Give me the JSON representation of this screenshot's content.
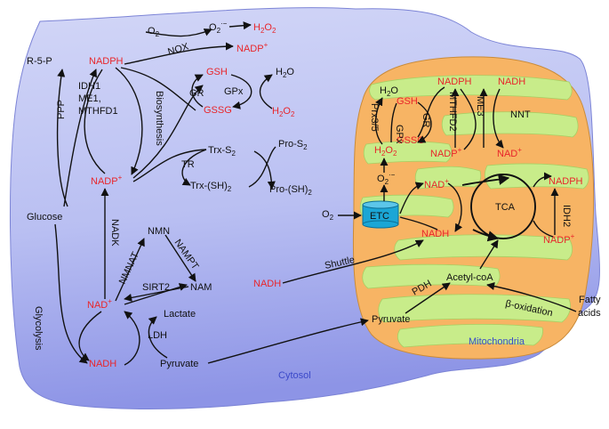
{
  "diagram": {
    "colors": {
      "cytosol": "#c7cdf5",
      "cytosol_dark": "#8f96e8",
      "mito_orange": "#f7b464",
      "mito_green": "#c8ec8a",
      "red_label": "#e8262b",
      "blue_label": "#3b49c9",
      "etc_blue": "#1ba6d6"
    },
    "compartments": {
      "cytosol": "Cytosol",
      "mitochondria": "Mitochondria"
    },
    "cytosol": {
      "r5p": "R-5-P",
      "nadph": "NADPH",
      "o2": "O",
      "o2_sub": "2",
      "o2s": "O",
      "o2s_sub": "2",
      "o2s_sup": "·−",
      "h2o2_a": "H",
      "h2o2_a_sub": "2",
      "h2o2_b": "O",
      "h2o2_b_sub": "2",
      "nox": "NOX",
      "nadp_plus_top": "NADP",
      "plus": "+",
      "gsh": "GSH",
      "gssg": "GSSG",
      "gr": "GR",
      "gpx": "GPx",
      "h2o": "H",
      "h2o_sub": "2",
      "h2o_o": "O",
      "h2o2_2a": "H",
      "h2o2_2_sub": "2",
      "h2o2_2b": "O",
      "h2o2_2_sub2": "2",
      "enzymes": [
        "IDH1",
        "ME1,",
        "MTHFD1"
      ],
      "ppp": "PPP",
      "biosynthesis": "Biosynthesis",
      "nadp_plus": "NADP",
      "trx_s": "Trx-S",
      "trx_s_sub": "2",
      "tr": "TR",
      "trx_sh": "Trx-(SH)",
      "trx_sh_sub": "2",
      "pro_s": "Pro-S",
      "pro_s_sub": "2",
      "pro_sh": "Pro-(SH)",
      "pro_sh_sub": "2",
      "glucose": "Glucose",
      "nadk": "NADK",
      "nmn": "NMN",
      "nmnat": "NMNAT",
      "nampt": "NAMPT",
      "sirt2": "SIRT2",
      "nam": "NAM",
      "nad_plus": "NAD",
      "lactate": "Lactate",
      "ldh": "LDH",
      "glycolysis": "Glycolysis",
      "nadh": "NADH",
      "pyruvate": "Pyruvate",
      "nadh_shuttle": "NADH",
      "shuttle": "Shuttle"
    },
    "mito": {
      "h2o": "H",
      "h2o_sub": "2",
      "h2o_o": "O",
      "gsh": "GSH",
      "gssg": "GSSG",
      "gpx": "GPx",
      "prx": "Prx3/5",
      "gr": "GR",
      "h2o2": "H",
      "h2o2_sub": "2",
      "h2o2_o": "O",
      "h2o2_sub2": "2",
      "nadph": "NADPH",
      "mthfd2": "MTHFD2",
      "nadp_plus": "NADP",
      "me3": "ME3",
      "nadh_top": "NADH",
      "nnt": "NNT",
      "nad_plus_top": "NAD",
      "o2s": "O",
      "o2s_sub": "2",
      "o2s_sup": "·−",
      "nad_plus": "NAD",
      "o2": "O",
      "o2_sub": "2",
      "etc": "ETC",
      "tca": "TCA",
      "nadph_right": "NADPH",
      "idh2": "IDH2",
      "nadp_plus_right": "NADP",
      "nadh": "NADH",
      "acetyl_coa": "Acetyl-coA",
      "pdh": "PDH",
      "beta_ox": "β-oxidation",
      "fatty": "Fatty",
      "acids": "acids",
      "pyruvate": "Pyruvate",
      "plus": "+"
    }
  }
}
